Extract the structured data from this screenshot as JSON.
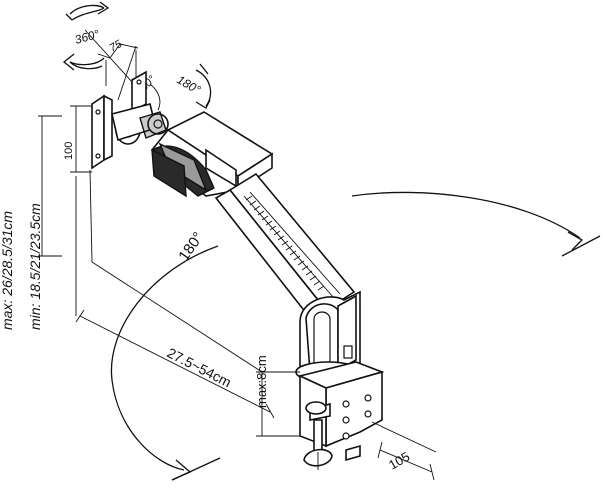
{
  "labels": {
    "rotation_360": "360°",
    "tilt_75": "75",
    "tilt_180": "180°",
    "swivel_180_top": "180°",
    "plate_100": "100",
    "swing_180": "180°",
    "height_max": "max:  26/28.5/31cm",
    "height_min": "min:  18.5/21/23.5cm",
    "reach": "27.5~54cm",
    "desk_max": "max:8cm",
    "base_105": "105"
  },
  "colors": {
    "line": "#111111",
    "shade": "#2a2a2a",
    "mid": "#9a9a9a"
  }
}
